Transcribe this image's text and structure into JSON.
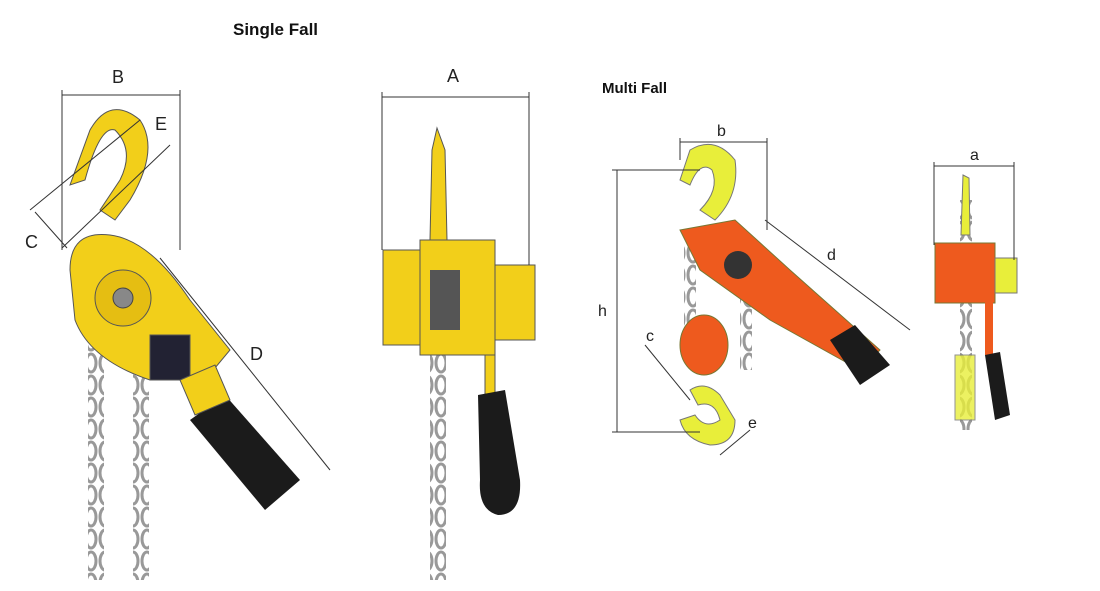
{
  "titles": {
    "single_fall": "Single Fall",
    "multi_fall": "Multi Fall"
  },
  "single_fall_dimensions": {
    "A": "A",
    "B": "B",
    "C": "C",
    "D": "D",
    "E": "E"
  },
  "multi_fall_dimensions": {
    "a": "a",
    "b": "b",
    "c": "c",
    "d": "d",
    "e": "e",
    "h": "h"
  },
  "colors": {
    "single_body": "#f2cf1a",
    "multi_body": "#ee5a1e",
    "hook_multi": "#e8ee3a",
    "grip": "#1b1b1b",
    "chain": "#b8b8b8"
  }
}
